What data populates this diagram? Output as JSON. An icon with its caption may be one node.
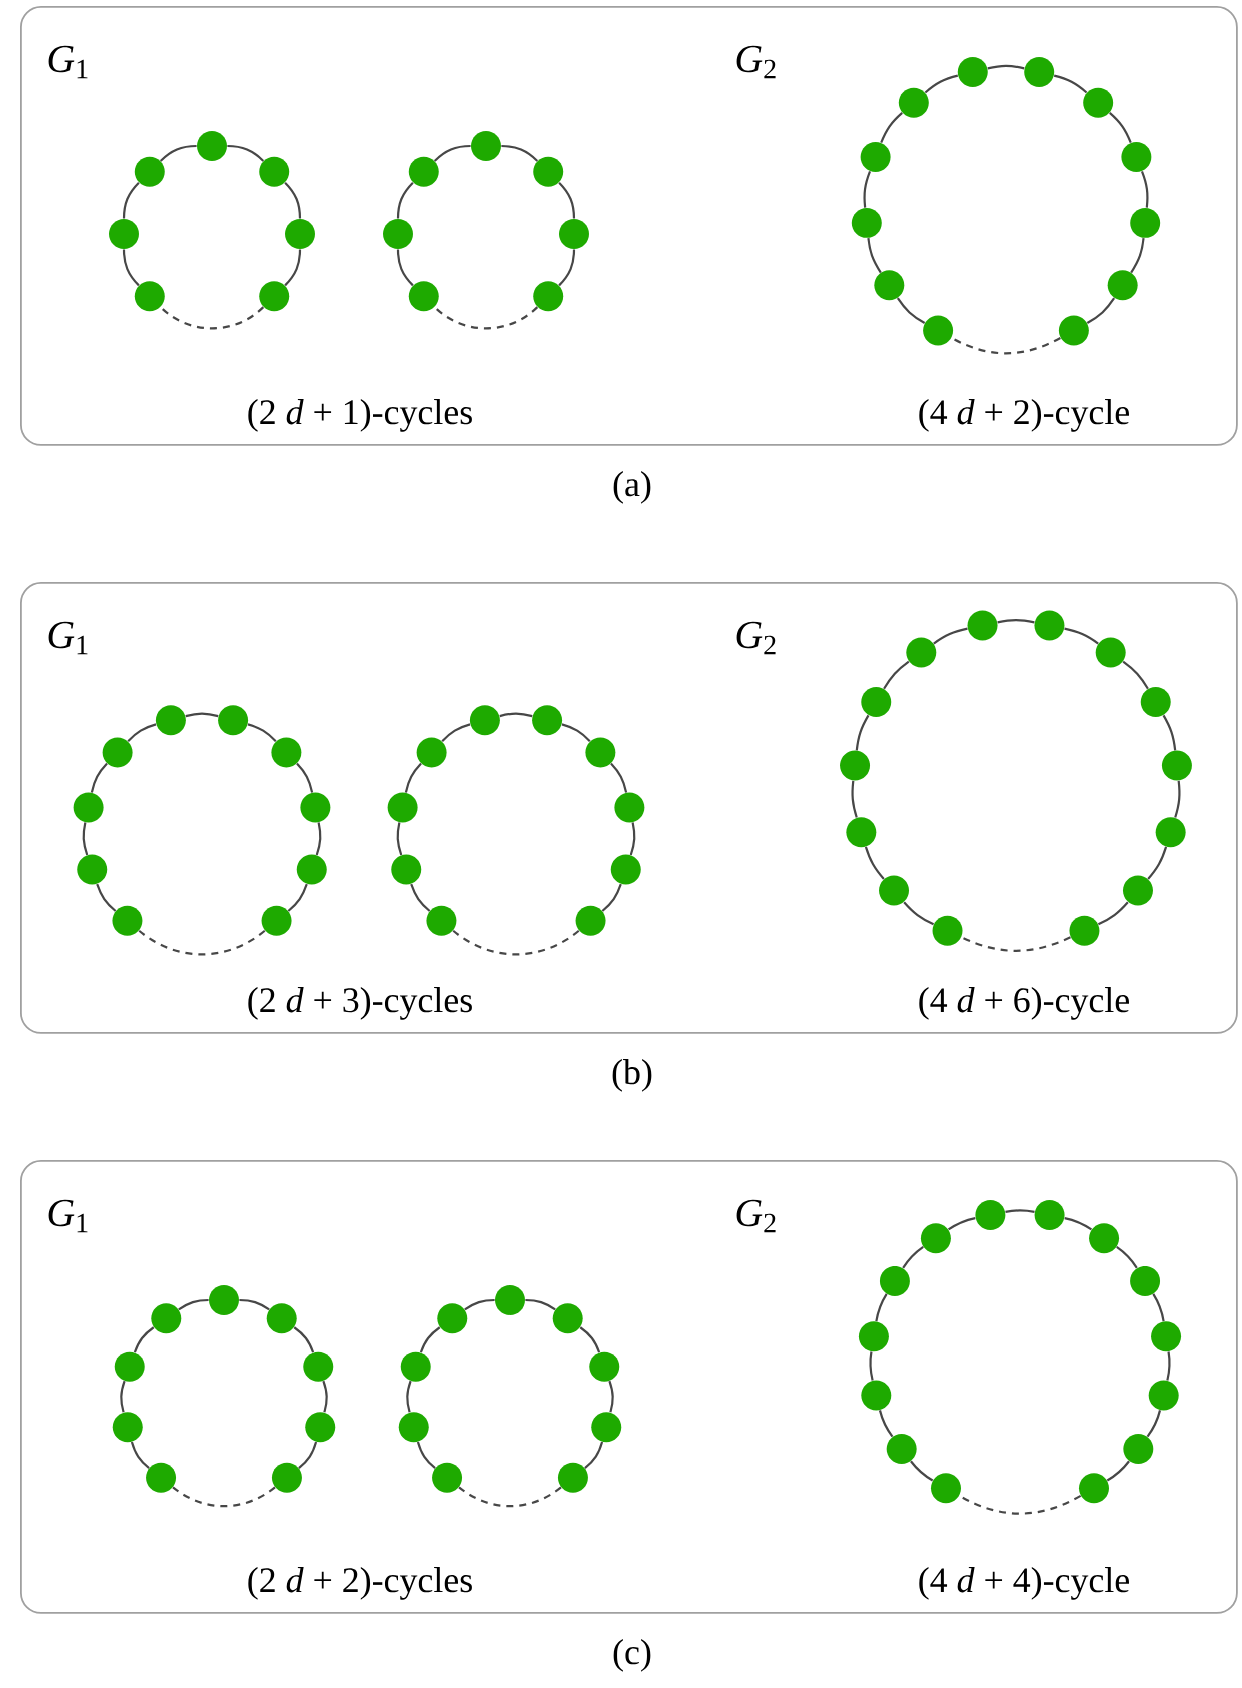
{
  "diagram": {
    "nodes": [
      {
        "text": [
          "*G*$_{1}$",
          "*G*$_{2}$",
          "(2 *d* + 1)-cycles",
          "(4 *d* + 2)-cycle"
        ],
        "beside": [
          "(a)"
        ]
      },
      {
        "text": [],
        "shape": "circle",
        "in": 0
      },
      {
        "text": [],
        "shape": "circle",
        "in": 0
      },
      {
        "text": [],
        "shape": "circle",
        "in": 0
      },
      {
        "text": [],
        "shape": "circle",
        "in": 0
      },
      {
        "text": [],
        "shape": "circle",
        "in": 0
      },
      {
        "text": [],
        "shape": "circle",
        "in": 0
      },
      {
        "text": [],
        "shape": "circle",
        "in": 0
      },
      {
        "text": [],
        "shape": "circle",
        "in": 0
      },
      {
        "text": [],
        "shape": "circle",
        "in": 0
      },
      {
        "text": [],
        "shape": "circle",
        "in": 0
      },
      {
        "text": [],
        "shape": "circle",
        "in": 0
      },
      {
        "text": [],
        "shape": "circle",
        "in": 0
      },
      {
        "text": [],
        "shape": "circle",
        "in": 0
      },
      {
        "text": [],
        "shape": "circle",
        "in": 0
      },
      {
        "text": [],
        "shape": "circle",
        "in": 0
      },
      {
        "text": [],
        "shape": "circle",
        "in": 0
      },
      {
        "text": [],
        "shape": "circle",
        "in": 0
      },
      {
        "text": [],
        "shape": "circle",
        "in": 0
      },
      {
        "text": [],
        "shape": "circle",
        "in": 0
      },
      {
        "text": [],
        "shape": "circle",
        "in": 0
      },
      {
        "text": [],
        "shape": "circle",
        "in": 0
      },
      {
        "text": [],
        "shape": "circle",
        "in": 0
      },
      {
        "text": [],
        "shape": "circle",
        "in": 0
      },
      {
        "text": [],
        "shape": "circle",
        "in": 0
      },
      {
        "text": [],
        "shape": "circle",
        "in": 0
      },
      {
        "text": [],
        "shape": "circle",
        "in": 0
      },
      {
        "text": [
          "*G*$_{1}$",
          "*G*$_{2}$",
          "(2 *d* + 3)-cycles",
          "(4 *d* + 6)-cycle"
        ],
        "beside": [
          "(b)"
        ]
      },
      {
        "text": [],
        "shape": "circle",
        "in": 27
      },
      {
        "text": [],
        "shape": "circle",
        "in": 27
      },
      {
        "text": [],
        "shape": "circle",
        "in": 27
      },
      {
        "text": [],
        "shape": "circle",
        "in": 27
      },
      {
        "text": [],
        "shape": "circle",
        "in": 27
      },
      {
        "text": [],
        "shape": "circle",
        "in": 27
      },
      {
        "text": [],
        "shape": "circle",
        "in": 27
      },
      {
        "text": [],
        "shape": "circle",
        "in": 27
      },
      {
        "text": [],
        "shape": "circle",
        "in": 27
      },
      {
        "text": [],
        "shape": "circle",
        "in": 27
      },
      {
        "text": [],
        "shape": "circle",
        "in": 27
      },
      {
        "text": [],
        "shape": "circle",
        "in": 27
      },
      {
        "text": [],
        "shape": "circle",
        "in": 27
      },
      {
        "text": [],
        "shape": "circle",
        "in": 27
      },
      {
        "text": [],
        "shape": "circle",
        "in": 27
      },
      {
        "text": [],
        "shape": "circle",
        "in": 27
      },
      {
        "text": [],
        "shape": "circle",
        "in": 27
      },
      {
        "text": [],
        "shape": "circle",
        "in": 27
      },
      {
        "text": [],
        "shape": "circle",
        "in": 27
      },
      {
        "text": [],
        "shape": "circle",
        "in": 27
      },
      {
        "text": [],
        "shape": "circle",
        "in": 27
      },
      {
        "text": [],
        "shape": "circle",
        "in": 27
      },
      {
        "text": [],
        "shape": "circle",
        "in": 27
      },
      {
        "text": [],
        "shape": "circle",
        "in": 27
      },
      {
        "text": [],
        "shape": "circle",
        "in": 27
      },
      {
        "text": [],
        "shape": "circle",
        "in": 27
      },
      {
        "text": [],
        "shape": "circle",
        "in": 27
      },
      {
        "text": [],
        "shape": "circle",
        "in": 27
      },
      {
        "text": [],
        "shape": "circle",
        "in": 27
      },
      {
        "text": [],
        "shape": "circle",
        "in": 27
      },
      {
        "text": [],
        "shape": "circle",
        "in": 27
      },
      {
        "text": [],
        "shape": "circle",
        "in": 27
      },
      {
        "text": [],
        "shape": "circle",
        "in": 27
      },
      {
        "text": [],
        "shape": "circle",
        "in": 27
      },
      {
        "text": [
          "*G*$_{1}$",
          "*G*$_{2}$",
          "(2 *d* + 2)-cycles",
          "(4 *d* + 4)-cycle"
        ],
        "beside": [
          "(c)"
        ]
      },
      {
        "text": [],
        "shape": "circle",
        "in": 62
      },
      {
        "text": [],
        "shape": "circle",
        "in": 62
      },
      {
        "text": [],
        "shape": "circle",
        "in": 62
      },
      {
        "text": [],
        "shape": "circle",
        "in": 62
      },
      {
        "text": [],
        "shape": "circle",
        "in": 62
      },
      {
        "text": [],
        "shape": "circle",
        "in": 62
      },
      {
        "text": [],
        "shape": "circle",
        "in": 62
      },
      {
        "text": [],
        "shape": "circle",
        "in": 62
      },
      {
        "text": [],
        "shape": "circle",
        "in": 62
      },
      {
        "text": [],
        "shape": "circle",
        "in": 62
      },
      {
        "text": [],
        "shape": "circle",
        "in": 62
      },
      {
        "text": [],
        "shape": "circle",
        "in": 62
      },
      {
        "text": [],
        "shape": "circle",
        "in": 62
      },
      {
        "text": [],
        "shape": "circle",
        "in": 62
      },
      {
        "text": [],
        "shape": "circle",
        "in": 62
      },
      {
        "text": [],
        "shape": "circle",
        "in": 62
      },
      {
        "text": [],
        "shape": "circle",
        "in": 62
      },
      {
        "text": [],
        "shape": "circle",
        "in": 62
      },
      {
        "text": [],
        "shape": "circle",
        "in": 62
      },
      {
        "text": [],
        "shape": "circle",
        "in": 62
      },
      {
        "text": [],
        "shape": "circle",
        "in": 62
      },
      {
        "text": [],
        "shape": "circle",
        "in": 62
      },
      {
        "text": [],
        "shape": "circle",
        "in": 62
      },
      {
        "text": [],
        "shape": "circle",
        "in": 62
      },
      {
        "text": [],
        "shape": "circle",
        "in": 62
      },
      {
        "text": [],
        "shape": "circle",
        "in": 62
      },
      {
        "text": [],
        "shape": "circle",
        "in": 62
      },
      {
        "text": [],
        "shape": "circle",
        "in": 62
      },
      {
        "text": [],
        "shape": "circle",
        "in": 62
      },
      {
        "text": [],
        "shape": "circle",
        "in": 62
      },
      {
        "text": [],
        "shape": "circle",
        "in": 62
      },
      {
        "text": [],
        "shape": "circle",
        "in": 62
      }
    ],
    "edges": [
      {
        "from": 1,
        "to": 2,
        "arrow": "none"
      },
      {
        "from": 2,
        "to": 3,
        "arrow": "none"
      },
      {
        "from": 3,
        "to": 4,
        "arrow": "none"
      },
      {
        "from": 4,
        "to": 5,
        "arrow": "none"
      },
      {
        "from": 5,
        "to": 6,
        "arrow": "none"
      },
      {
        "from": 6,
        "to": 7,
        "arrow": "none"
      },
      {
        "from": 7,
        "to": 1,
        "arrow": "none",
        "style": "dashed"
      },
      {
        "from": 8,
        "to": 9,
        "arrow": "none"
      },
      {
        "from": 9,
        "to": 10,
        "arrow": "none"
      },
      {
        "from": 10,
        "to": 11,
        "arrow": "none"
      },
      {
        "from": 11,
        "to": 12,
        "arrow": "none"
      },
      {
        "from": 12,
        "to": 13,
        "arrow": "none"
      },
      {
        "from": 13,
        "to": 14,
        "arrow": "none"
      },
      {
        "from": 14,
        "to": 8,
        "arrow": "none",
        "style": "dashed"
      },
      {
        "from": 15,
        "to": 16,
        "arrow": "none"
      },
      {
        "from": 16,
        "to": 17,
        "arrow": "none"
      },
      {
        "from": 17,
        "to": 18,
        "arrow": "none"
      },
      {
        "from": 18,
        "to": 19,
        "arrow": "none"
      },
      {
        "from": 19,
        "to": 20,
        "arrow": "none"
      },
      {
        "from": 20,
        "to": 21,
        "arrow": "none"
      },
      {
        "from": 21,
        "to": 22,
        "arrow": "none"
      },
      {
        "from": 22,
        "to": 23,
        "arrow": "none"
      },
      {
        "from": 23,
        "to": 24,
        "arrow": "none"
      },
      {
        "from": 24,
        "to": 25,
        "arrow": "none"
      },
      {
        "from": 25,
        "to": 26,
        "arrow": "none"
      },
      {
        "from": 26,
        "to": 15,
        "arrow": "none",
        "style": "dashed"
      },
      {
        "from": 28,
        "to": 29,
        "arrow": "none"
      },
      {
        "from": 29,
        "to": 30,
        "arrow": "none"
      },
      {
        "from": 30,
        "to": 31,
        "arrow": "none"
      },
      {
        "from": 31,
        "to": 32,
        "arrow": "none"
      },
      {
        "from": 32,
        "to": 33,
        "arrow": "none"
      },
      {
        "from": 33,
        "to": 34,
        "arrow": "none"
      },
      {
        "from": 34,
        "to": 35,
        "arrow": "none"
      },
      {
        "from": 35,
        "to": 36,
        "arrow": "none"
      },
      {
        "from": 36,
        "to": 37,
        "arrow": "none"
      },
      {
        "from": 37,
        "to": 28,
        "arrow": "none",
        "style": "dashed"
      },
      {
        "from": 38,
        "to": 39,
        "arrow": "none"
      },
      {
        "from": 39,
        "to": 40,
        "arrow": "none"
      },
      {
        "from": 40,
        "to": 41,
        "arrow": "none"
      },
      {
        "from": 41,
        "to": 42,
        "arrow": "none"
      },
      {
        "from": 42,
        "to": 43,
        "arrow": "none"
      },
      {
        "from": 43,
        "to": 44,
        "arrow": "none"
      },
      {
        "from": 44,
        "to": 45,
        "arrow": "none"
      },
      {
        "from": 45,
        "to": 46,
        "arrow": "none"
      },
      {
        "from": 46,
        "to": 47,
        "arrow": "none"
      },
      {
        "from": 47,
        "to": 38,
        "arrow": "none",
        "style": "dashed"
      },
      {
        "from": 48,
        "to": 49,
        "arrow": "none"
      },
      {
        "from": 49,
        "to": 50,
        "arrow": "none"
      },
      {
        "from": 50,
        "to": 51,
        "arrow": "none"
      },
      {
        "from": 51,
        "to": 52,
        "arrow": "none"
      },
      {
        "from": 52,
        "to": 53,
        "arrow": "none"
      },
      {
        "from": 53,
        "to": 54,
        "arrow": "none"
      },
      {
        "from": 54,
        "to": 55,
        "arrow": "none"
      },
      {
        "from": 55,
        "to": 56,
        "arrow": "none"
      },
      {
        "from": 56,
        "to": 57,
        "arrow": "none"
      },
      {
        "from": 57,
        "to": 58,
        "arrow": "none"
      },
      {
        "from": 58,
        "to": 59,
        "arrow": "none"
      },
      {
        "from": 59,
        "to": 60,
        "arrow": "none"
      },
      {
        "from": 60,
        "to": 61,
        "arrow": "none"
      },
      {
        "from": 61,
        "to": 48,
        "arrow": "none",
        "style": "dashed"
      },
      {
        "from": 63,
        "to": 64,
        "arrow": "none"
      },
      {
        "from": 64,
        "to": 65,
        "arrow": "none"
      },
      {
        "from": 65,
        "to": 66,
        "arrow": "none"
      },
      {
        "from": 66,
        "to": 67,
        "arrow": "none"
      },
      {
        "from": 67,
        "to": 68,
        "arrow": "none"
      },
      {
        "from": 68,
        "to": 69,
        "arrow": "none"
      },
      {
        "from": 69,
        "to": 70,
        "arrow": "none"
      },
      {
        "from": 70,
        "to": 71,
        "arrow": "none"
      },
      {
        "from": 71,
        "to": 63,
        "arrow": "none",
        "style": "dashed"
      },
      {
        "from": 72,
        "to": 73,
        "arrow": "none"
      },
      {
        "from": 73,
        "to": 74,
        "arrow": "none"
      },
      {
        "from": 74,
        "to": 75,
        "arrow": "none"
      },
      {
        "from": 75,
        "to": 76,
        "arrow": "none"
      },
      {
        "from": 76,
        "to": 77,
        "arrow": "none"
      },
      {
        "from": 77,
        "to": 78,
        "arrow": "none"
      },
      {
        "from": 78,
        "to": 79,
        "arrow": "none"
      },
      {
        "from": 79,
        "to": 80,
        "arrow": "none"
      },
      {
        "from": 80,
        "to": 72,
        "arrow": "none",
        "style": "dashed"
      },
      {
        "from": 81,
        "to": 82,
        "arrow": "none"
      },
      {
        "from": 82,
        "to": 83,
        "arrow": "none"
      },
      {
        "from": 83,
        "to": 84,
        "arrow": "none"
      },
      {
        "from": 84,
        "to": 85,
        "arrow": "none"
      },
      {
        "from": 85,
        "to": 86,
        "arrow": "none"
      },
      {
        "from": 86,
        "to": 87,
        "arrow": "none"
      },
      {
        "from": 87,
        "to": 88,
        "arrow": "none"
      },
      {
        "from": 88,
        "to": 89,
        "arrow": "none"
      },
      {
        "from": 89,
        "to": 90,
        "arrow": "none"
      },
      {
        "from": 90,
        "to": 91,
        "arrow": "none"
      },
      {
        "from": 91,
        "to": 92,
        "arrow": "none"
      },
      {
        "from": 92,
        "to": 93,
        "arrow": "none"
      },
      {
        "from": 93,
        "to": 94,
        "arrow": "none"
      },
      {
        "from": 94,
        "to": 81,
        "arrow": "none",
        "style": "dashed"
      }
    ]
  }
}
